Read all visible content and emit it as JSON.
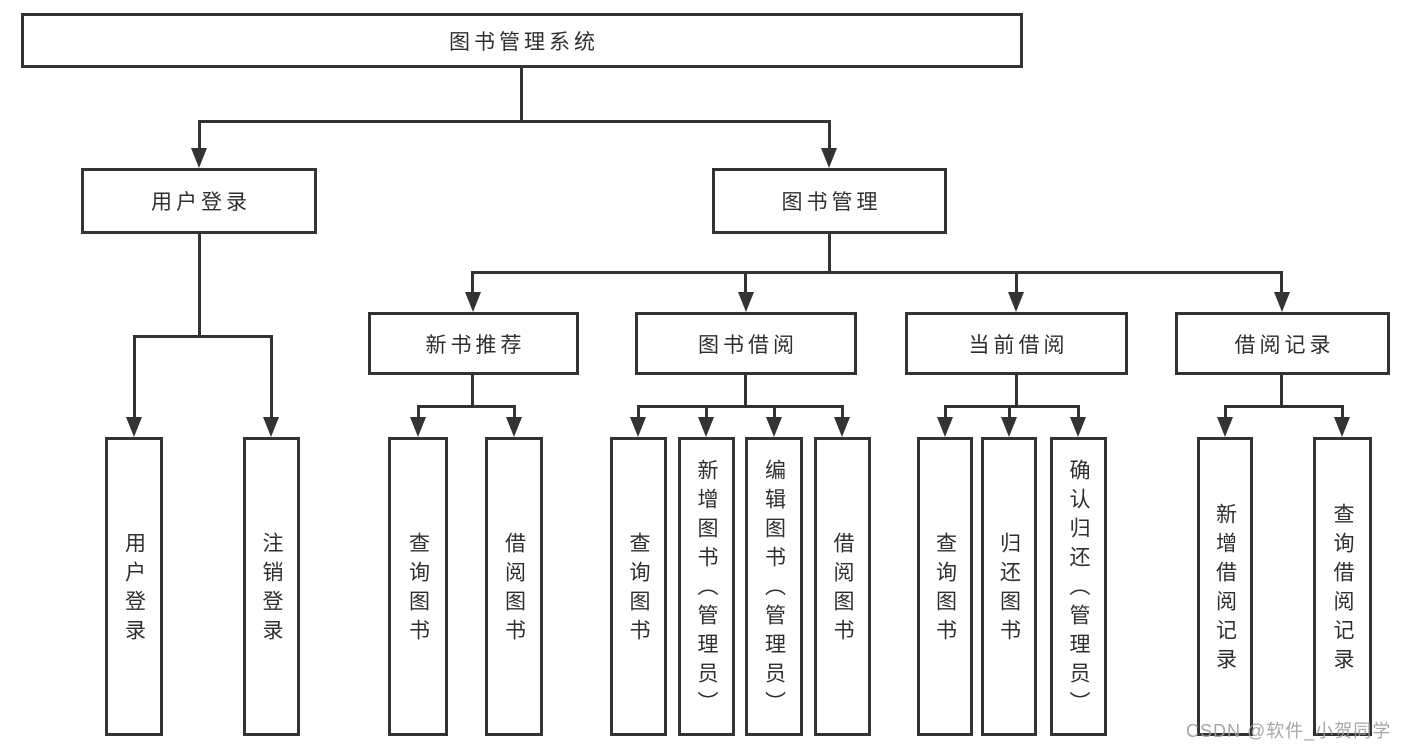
{
  "diagram": {
    "root": {
      "label": "图书管理系统"
    },
    "level2": [
      {
        "label": "用户登录"
      },
      {
        "label": "图书管理"
      }
    ],
    "level3": [
      {
        "label": "新书推荐"
      },
      {
        "label": "图书借阅"
      },
      {
        "label": "当前借阅"
      },
      {
        "label": "借阅记录"
      }
    ],
    "leaves": [
      {
        "label": "用户登录"
      },
      {
        "label": "注销登录"
      },
      {
        "label": "查询图书"
      },
      {
        "label": "借阅图书"
      },
      {
        "label": "查询图书"
      },
      {
        "label": "新增图书（管理员）"
      },
      {
        "label": "编辑图书（管理员）"
      },
      {
        "label": "借阅图书"
      },
      {
        "label": "查询图书"
      },
      {
        "label": "归还图书"
      },
      {
        "label": "确认归还（管理员）"
      },
      {
        "label": "新增借阅记录"
      },
      {
        "label": "查询借阅记录"
      }
    ]
  },
  "watermark": {
    "text": "CSDN @软件_小贺同学"
  },
  "colors": {
    "line": "#333333",
    "text": "#2f2f2f",
    "background": "#ffffff",
    "watermark": "#9e9e9e"
  }
}
